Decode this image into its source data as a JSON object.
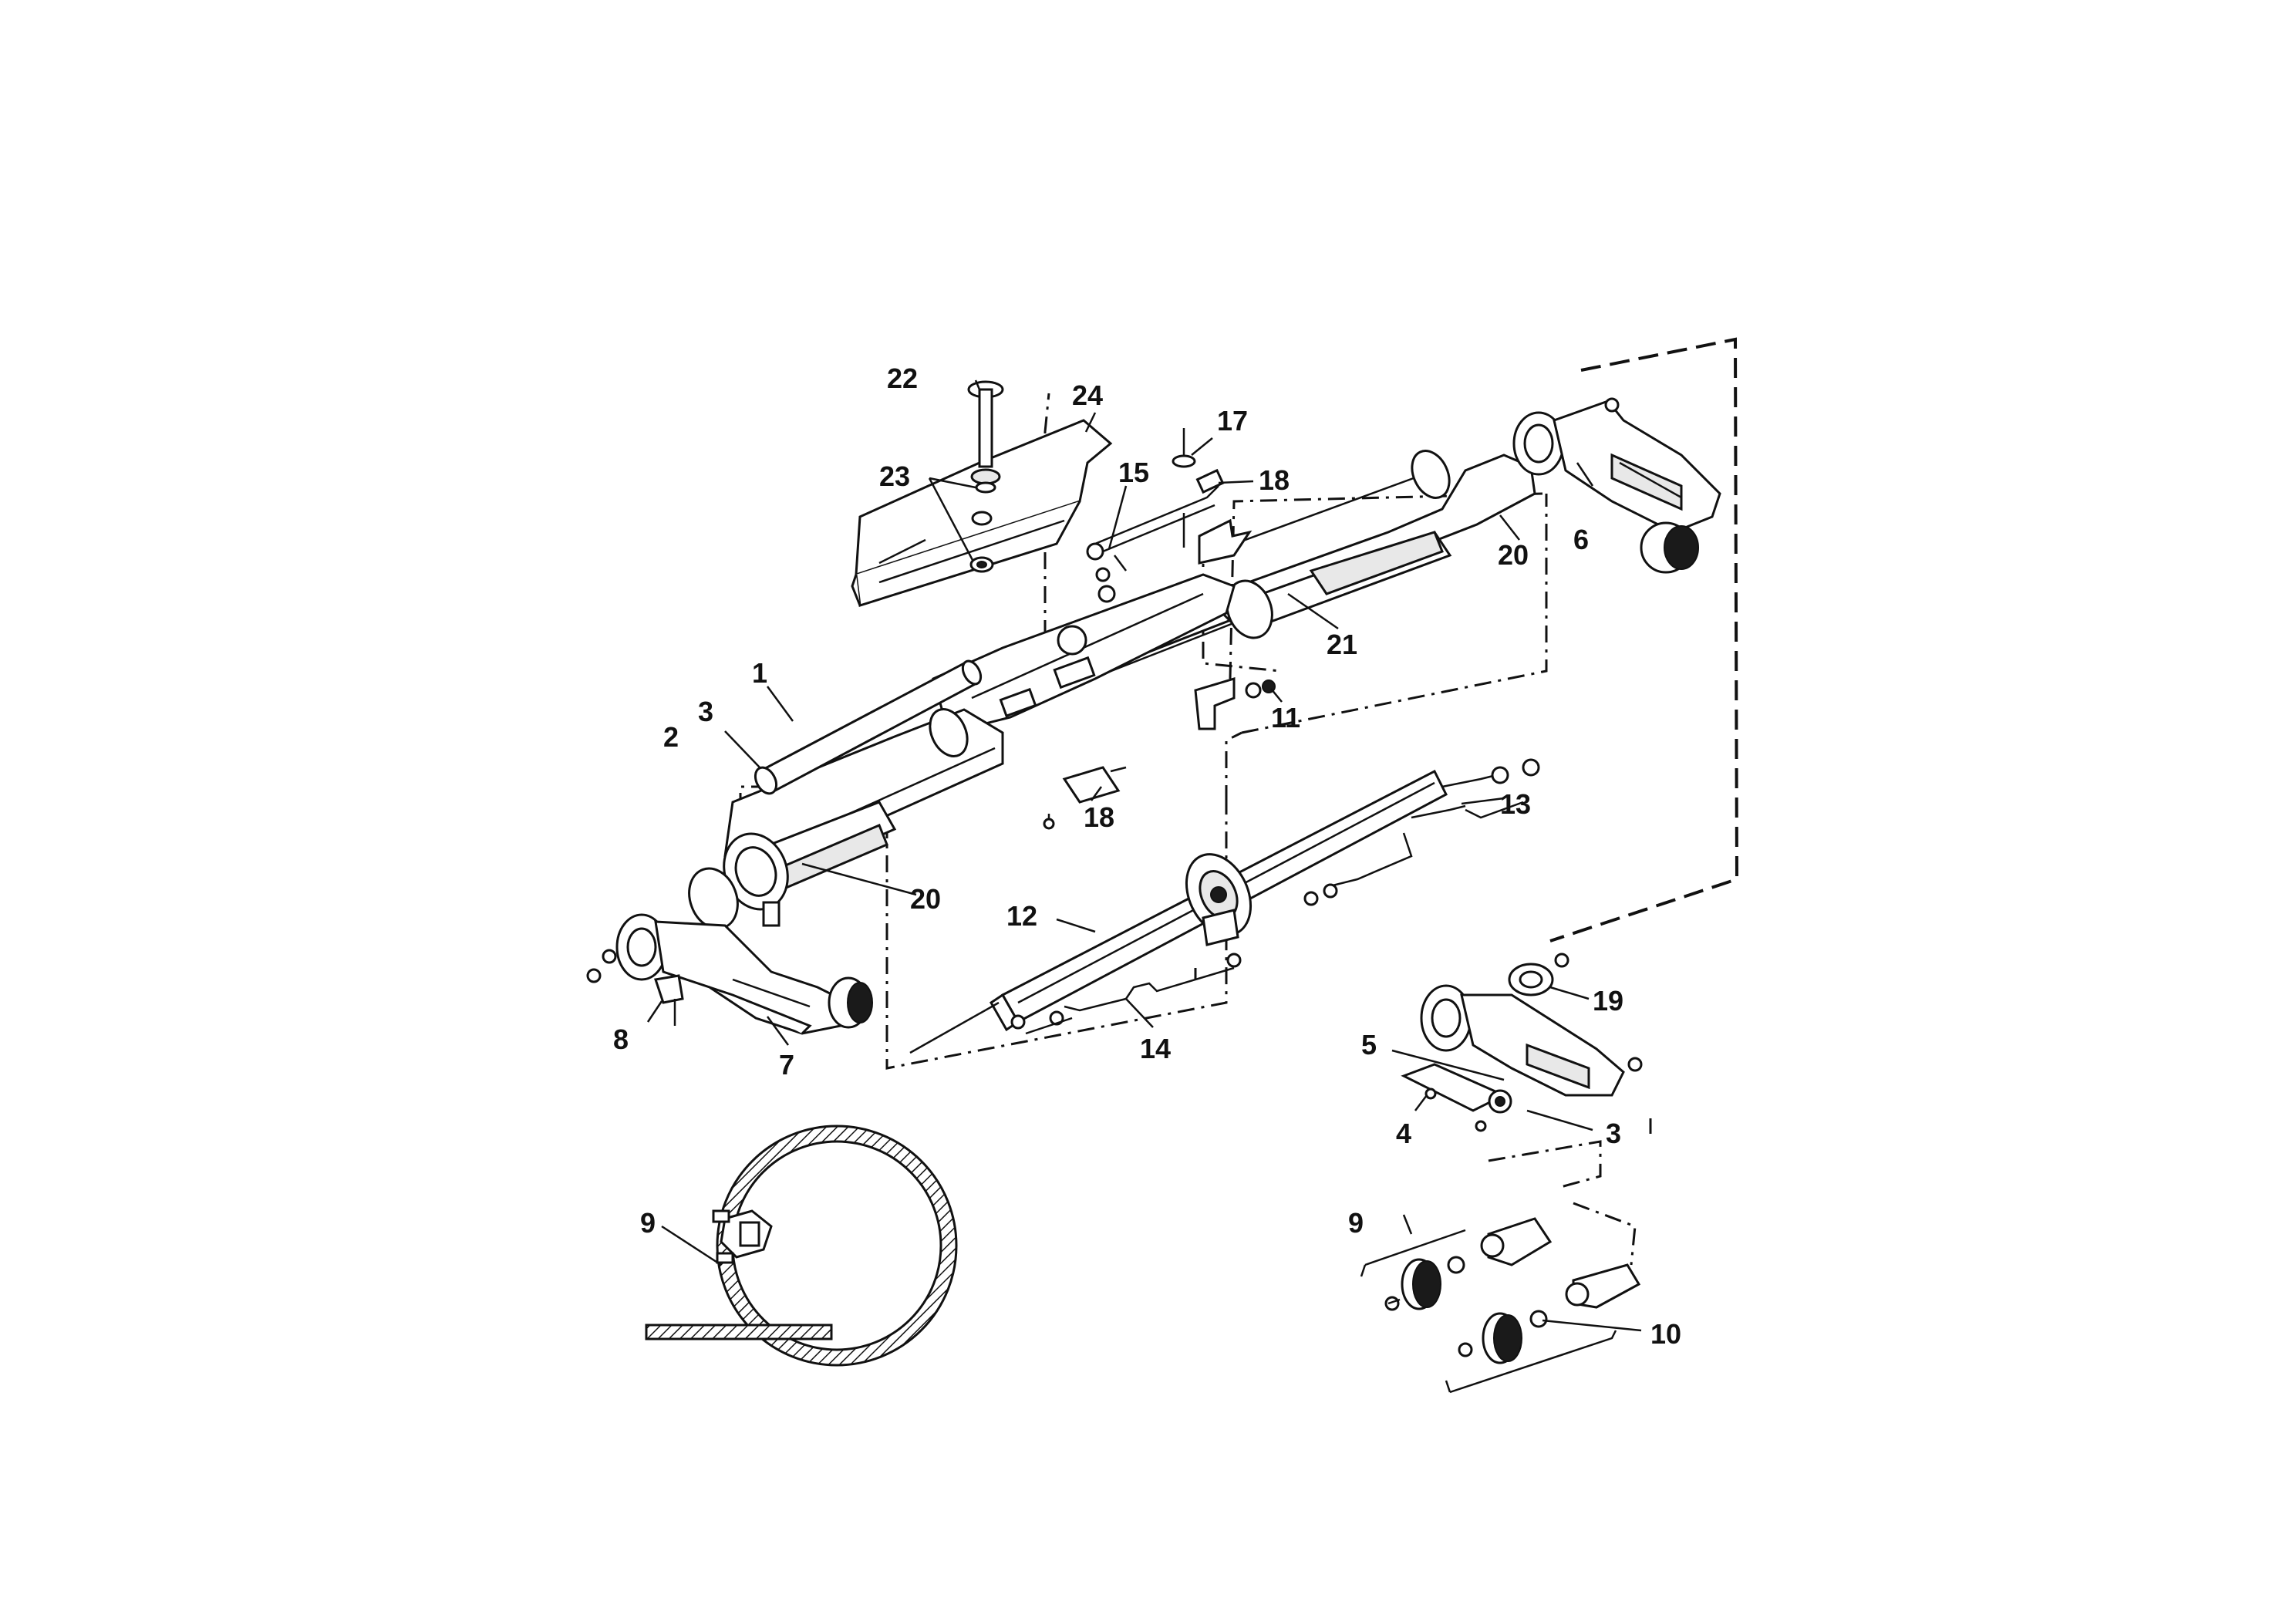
{
  "diagram": {
    "callouts": {
      "c1": "1",
      "c2": "2",
      "c3a": "3",
      "c3b": "3",
      "c4": "4",
      "c5": "5",
      "c6": "6",
      "c7": "7",
      "c8": "8",
      "c9a": "9",
      "c9b": "9",
      "c10": "10",
      "c11": "11",
      "c12": "12",
      "c13": "13",
      "c14": "14",
      "c15": "15",
      "c17": "17",
      "c18a": "18",
      "c18b": "18",
      "c19": "19",
      "c20a": "20",
      "c20b": "20",
      "c21": "21",
      "c22": "22",
      "c23": "23",
      "c24": "24"
    },
    "colors": {
      "ink": "#111111",
      "paper": "#ffffff",
      "shade": "#e8e8e8"
    }
  }
}
